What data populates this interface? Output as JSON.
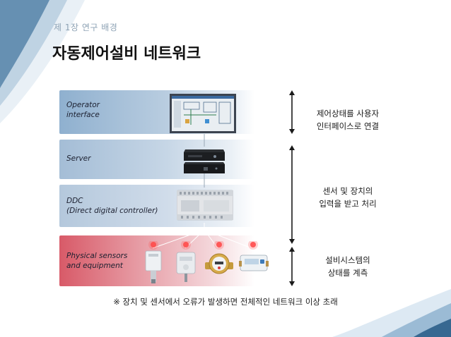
{
  "header": {
    "subtitle": "제 1장 연구 배경",
    "title": "자동제어설비 네트워크"
  },
  "layers": [
    {
      "label": "Operator\ninterface"
    },
    {
      "label": "Server"
    },
    {
      "label": "DDC\n(Direct digital controller)"
    },
    {
      "label": "Physical sensors\nand equipment"
    }
  ],
  "descriptions": [
    {
      "line1": "제어상태를 사용자",
      "line2": "인터페이스로 연결"
    },
    {
      "line1": "센서 및 장치의",
      "line2": "입력을 받고 처리"
    },
    {
      "line1": "설비시스템의",
      "line2": "상태를 계측"
    }
  ],
  "note": "※ 장치 및 센서에서 오류가 발생하면 전체적인 네트워크 이상 초래",
  "colors": {
    "accent_red": "#d85a68",
    "accent_blue": "#8fb0cf",
    "deco_blue": "#2c5f8a"
  },
  "icons": [
    "monitor-icon",
    "server-icon",
    "ddc-controller-icon",
    "humidity-sensor-icon",
    "temperature-sensor-icon",
    "water-meter-icon",
    "flow-meter-icon",
    "double-arrow-icon"
  ]
}
